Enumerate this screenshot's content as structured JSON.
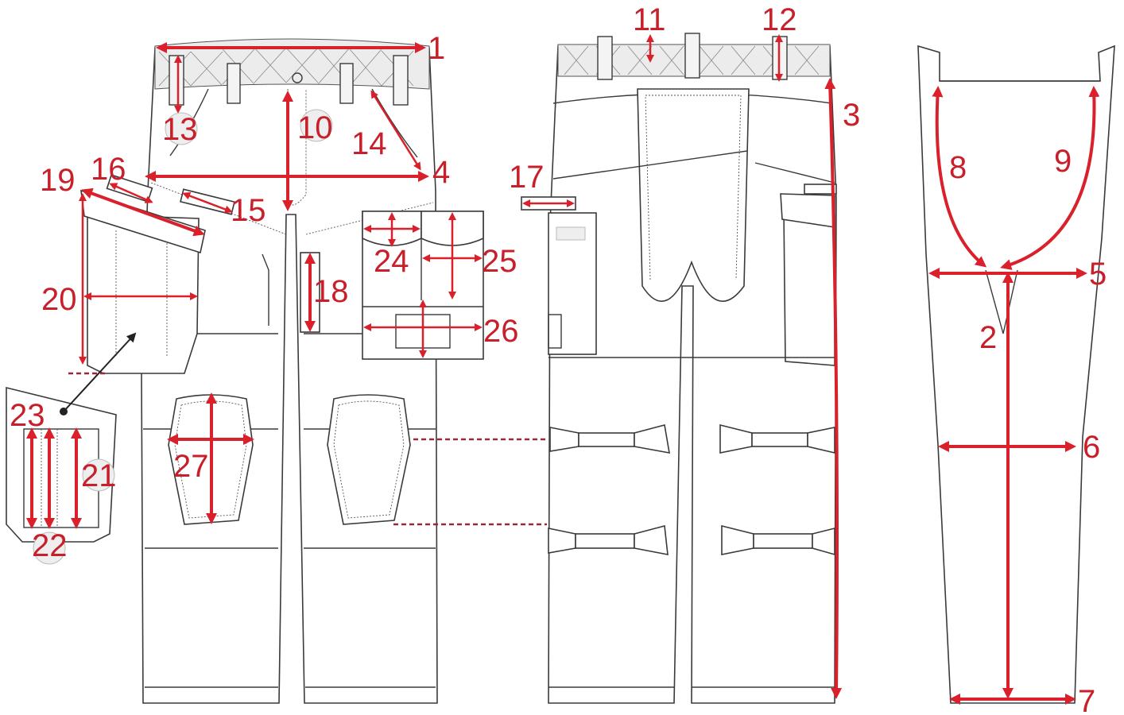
{
  "colors": {
    "measurement": "#d9202b",
    "label": "#c8202b",
    "outline": "#3a3a3a",
    "guide": "#9a2a3a"
  },
  "callouts": [
    {
      "id": "m1",
      "label": "1"
    },
    {
      "id": "m2",
      "label": "2"
    },
    {
      "id": "m3",
      "label": "3"
    },
    {
      "id": "m4",
      "label": "4"
    },
    {
      "id": "m5",
      "label": "5"
    },
    {
      "id": "m6",
      "label": "6"
    },
    {
      "id": "m7",
      "label": "7"
    },
    {
      "id": "m8",
      "label": "8"
    },
    {
      "id": "m9",
      "label": "9"
    },
    {
      "id": "m10",
      "label": "10"
    },
    {
      "id": "m11",
      "label": "11"
    },
    {
      "id": "m12",
      "label": "12"
    },
    {
      "id": "m13",
      "label": "13"
    },
    {
      "id": "m14",
      "label": "14"
    },
    {
      "id": "m15",
      "label": "15"
    },
    {
      "id": "m16",
      "label": "16"
    },
    {
      "id": "m17",
      "label": "17"
    },
    {
      "id": "m18",
      "label": "18"
    },
    {
      "id": "m19",
      "label": "19"
    },
    {
      "id": "m20",
      "label": "20"
    },
    {
      "id": "m21",
      "label": "21"
    },
    {
      "id": "m22",
      "label": "22"
    },
    {
      "id": "m23",
      "label": "23"
    },
    {
      "id": "m24",
      "label": "24"
    },
    {
      "id": "m25",
      "label": "25"
    },
    {
      "id": "m26",
      "label": "26"
    },
    {
      "id": "m27",
      "label": "27"
    }
  ]
}
